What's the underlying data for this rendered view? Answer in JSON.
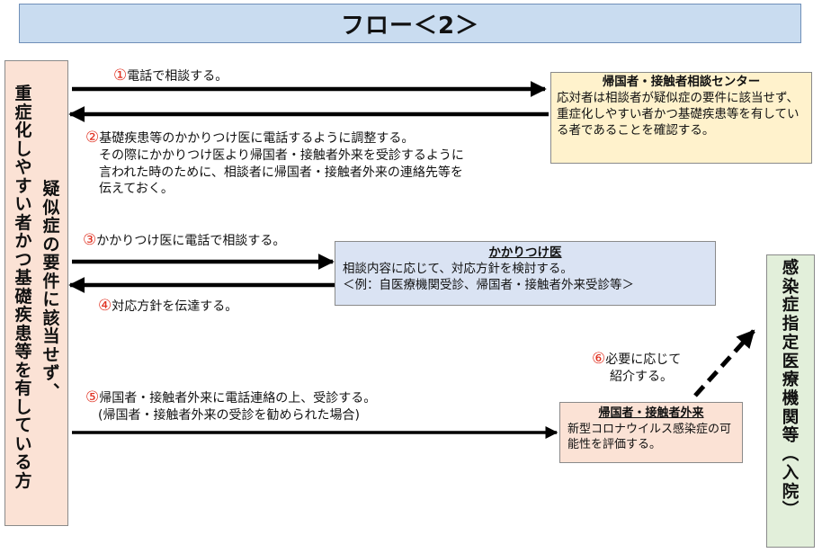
{
  "title": "フロー＜2＞",
  "left_box": {
    "col1": "重症化しやすい者かつ基礎疾患等を有している方",
    "col2": "疑似症の要件に該当せず、"
  },
  "consult_center": {
    "title": "帰国者・接触者相談センター",
    "body": "応対者は相談者が疑似症の要件に該当せず、重症化しやすい者かつ基礎疾患等を有している者であることを確認する。"
  },
  "family_doctor": {
    "title": "かかりつけ医",
    "line1": "相談内容に応じて、対応方針を検討する。",
    "line2": "＜例：自医療機関受診、帰国者・接触者外来受診等＞"
  },
  "clinic": {
    "title": "帰国者・接触者外来",
    "body": "新型コロナウイルス感染症の可能性を評価する。"
  },
  "hospital": {
    "label": "感染症指定医療機関等（入院）"
  },
  "steps": {
    "s1": {
      "num": "①",
      "text": "電話で相談する。"
    },
    "s2": {
      "num": "②",
      "line1": "基礎疾患等のかかりつけ医に電話するように調整する。",
      "line2": "その際にかかりつけ医より帰国者・接触者外来を受診するように",
      "line3": "言われた時のために、相談者に帰国者・接触者外来の連絡先等を",
      "line4": "伝えておく。"
    },
    "s3": {
      "num": "③",
      "text": "かかりつけ医に電話で相談する。"
    },
    "s4": {
      "num": "④",
      "text": "対応方針を伝達する。"
    },
    "s5": {
      "num": "⑤",
      "line1": "帰国者・接触者外来に電話連絡の上、受診する。",
      "line2": "(帰国者・接触者外来の受診を勧められた場合)"
    },
    "s6": {
      "num": "⑥",
      "line1": "必要に応じて",
      "line2": "紹介する。"
    }
  },
  "colors": {
    "title_bg": "#c9dcf0",
    "left_bg": "#fbe2d5",
    "center_bg": "#fff2cc",
    "doctor_bg": "#dae3f3",
    "clinic_bg": "#fbe2d5",
    "hospital_bg": "#e2efda",
    "number_red": "#e03020"
  }
}
